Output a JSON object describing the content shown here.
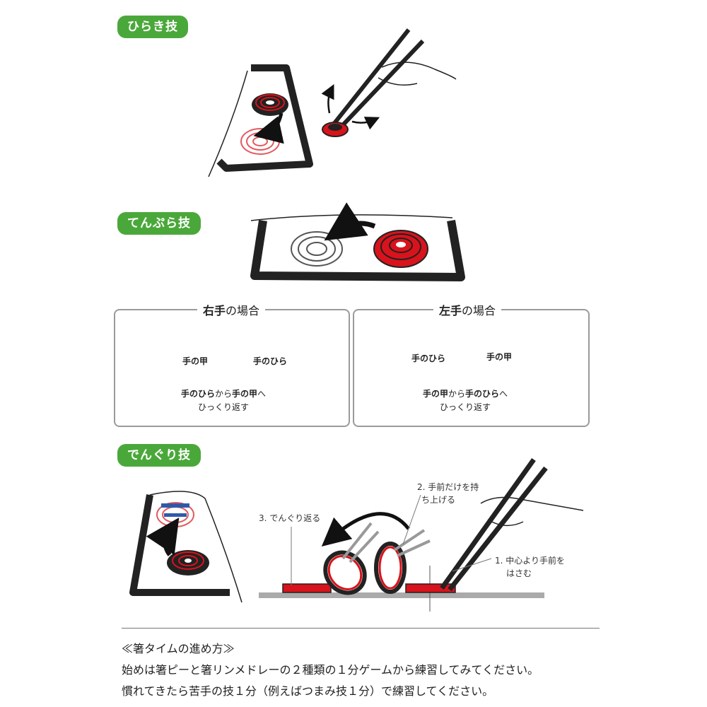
{
  "sections": {
    "hiraki": {
      "badge": "ひらき技"
    },
    "tenpura": {
      "badge": "てんぷら技",
      "right_hand": {
        "title_a": "右手",
        "title_b": "の場合",
        "left_label": "手の甲",
        "right_label": "手のひら",
        "caption_a1": "手のひら",
        "caption_a2": "から",
        "caption_a3": "手の甲",
        "caption_a4": "へ",
        "caption_b": "ひっくり返す"
      },
      "left_hand": {
        "title_a": "左手",
        "title_b": "の場合",
        "left_label": "手のひら",
        "right_label": "手の甲",
        "caption_a1": "手の甲",
        "caption_a2": "から",
        "caption_a3": "手のひら",
        "caption_a4": "へ",
        "caption_b": "ひっくり返す"
      }
    },
    "dengури": {
      "badge": "でんぐり技",
      "step1_line1": "1. 中心より手前を",
      "step1_line2": "はさむ",
      "step2_line1": "2. 手前だけを持",
      "step2_line2": "ち上げる",
      "step3": "3. でんぐり返る"
    }
  },
  "footer": {
    "heading": "≪箸タイムの進め方≫",
    "line1": "始めは箸ピーと箸リンメドレーの２種類の１分ゲームから練習してみてください。",
    "line2": "慣れてきたら苦手の技１分（例えばつまみ技１分）で練習してください。"
  },
  "colors": {
    "badge_green": "#4aa83a",
    "ring_red": "#d8131b",
    "ink": "#222222",
    "frame_gray": "#9a9a9a"
  }
}
